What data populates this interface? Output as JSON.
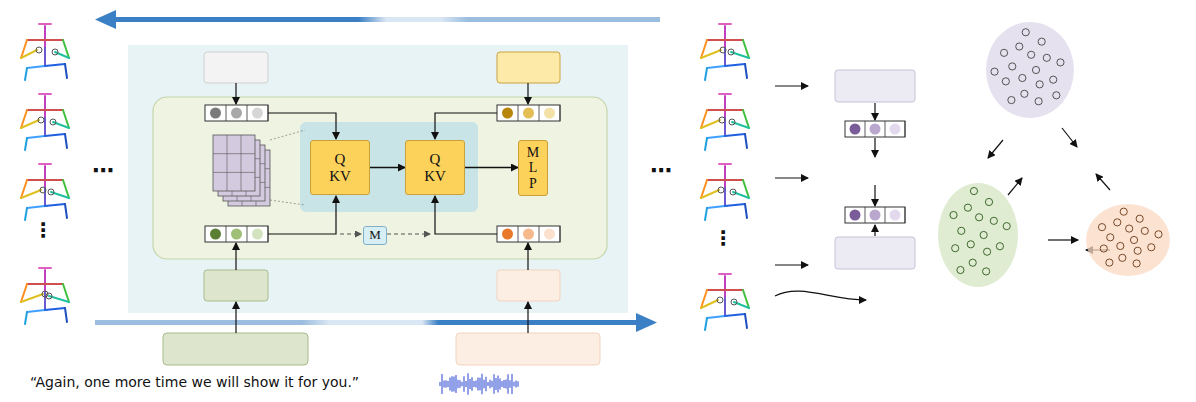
{
  "diagram": {
    "nodes": [
      {
        "text": [
          "Q KV"
        ]
      },
      {
        "text": [
          "Q KV"
        ]
      },
      {
        "text": [
          "M L P"
        ]
      },
      {
        "text": [
          "M"
        ]
      }
    ],
    "edges": [
      {
        "from": 0,
        "to": 1,
        "arrow": "to"
      },
      {
        "from": 1,
        "to": 2,
        "arrow": "to"
      }
    ],
    "labels": [
      "⋯",
      "⋯",
      "⋮",
      "⋮",
      "“Again, one more time we will show it for you.”"
    ]
  }
}
